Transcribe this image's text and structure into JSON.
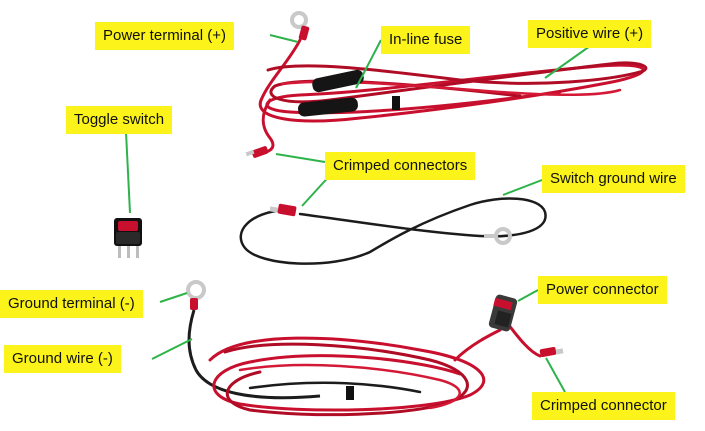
{
  "colors": {
    "label_bg": "#fbf31a",
    "leader_line": "#2db34a",
    "red_wire": "#c8102e",
    "red_wire_dark": "#8f0a1f",
    "black_wire": "#1c1c1c",
    "terminal_metal": "#c9c9c9"
  },
  "labels": {
    "power_terminal": "Power terminal (+)",
    "inline_fuse": "In-line fuse",
    "positive_wire": "Positive wire (+)",
    "toggle_switch": "Toggle switch",
    "crimped_connectors": "Crimped connectors",
    "switch_ground_wire": "Switch ground wire",
    "ground_terminal": "Ground terminal (-)",
    "power_connector": "Power connector",
    "ground_wire": "Ground wire (-)",
    "crimped_connector": "Crimped connector"
  }
}
